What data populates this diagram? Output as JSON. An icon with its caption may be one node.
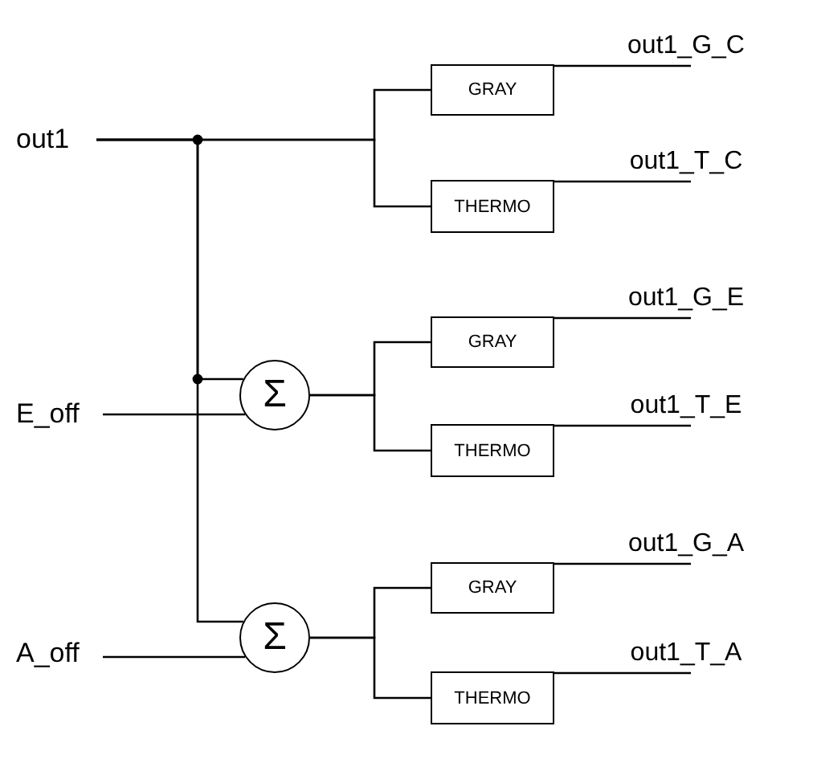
{
  "diagram": {
    "nodes": [
      {
        "text": [
          "out1"
        ]
      },
      {
        "text": [
          "E_off"
        ]
      },
      {
        "text": [
          "A_off"
        ]
      },
      {
        "text": [
          "Σ"
        ]
      },
      {
        "text": [
          "Σ"
        ]
      },
      {
        "text": [
          "GRAY"
        ]
      },
      {
        "text": [
          "THERMO"
        ]
      },
      {
        "text": [
          "GRAY"
        ]
      },
      {
        "text": [
          "THERMO"
        ]
      },
      {
        "text": [
          "GRAY"
        ]
      },
      {
        "text": [
          "THERMO"
        ]
      },
      {
        "text": [
          "out1_G_C"
        ]
      },
      {
        "text": [
          "out1_T_C"
        ]
      },
      {
        "text": [
          "out1_G_E"
        ]
      },
      {
        "text": [
          "out1_T_E"
        ]
      },
      {
        "text": [
          "out1_G_A"
        ]
      },
      {
        "text": [
          "out1_T_A"
        ]
      }
    ],
    "edges": [
      {
        "from": 0,
        "to": 5,
        "arrow": "none"
      },
      {
        "from": 0,
        "to": 6,
        "arrow": "none"
      },
      {
        "from": 0,
        "to": 3,
        "arrow": "none"
      },
      {
        "from": 0,
        "to": 4,
        "arrow": "none"
      },
      {
        "from": 1,
        "to": 3,
        "arrow": "none"
      },
      {
        "from": 2,
        "to": 4,
        "arrow": "none"
      },
      {
        "from": 3,
        "to": 7,
        "arrow": "none"
      },
      {
        "from": 3,
        "to": 8,
        "arrow": "none"
      },
      {
        "from": 4,
        "to": 9,
        "arrow": "none"
      },
      {
        "from": 4,
        "to": 10,
        "arrow": "none"
      },
      {
        "from": 5,
        "to": 11,
        "arrow": "none"
      },
      {
        "from": 6,
        "to": 12,
        "arrow": "none"
      },
      {
        "from": 7,
        "to": 13,
        "arrow": "none"
      },
      {
        "from": 8,
        "to": 14,
        "arrow": "none"
      },
      {
        "from": 9,
        "to": 15,
        "arrow": "none"
      },
      {
        "from": 10,
        "to": 16,
        "arrow": "none"
      }
    ]
  }
}
